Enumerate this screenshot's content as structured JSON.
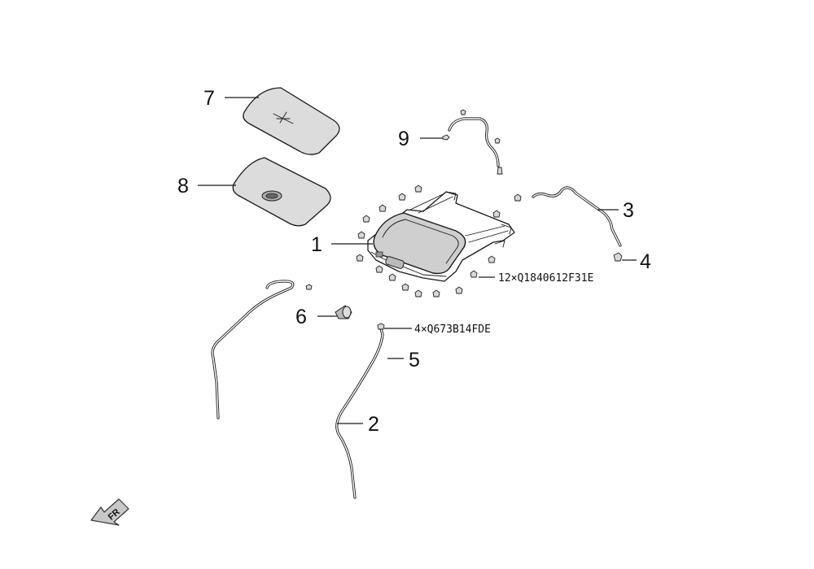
{
  "callouts": {
    "c1": "1",
    "c2": "2",
    "c3": "3",
    "c4": "4",
    "c5": "5",
    "c6": "6",
    "c7": "7",
    "c8": "8",
    "c9": "9"
  },
  "part_numbers": {
    "bolt_12": "12×Q1840612F31E",
    "nut_4": "4×Q673B14FDE"
  },
  "direction_marker": {
    "label": "FR"
  }
}
